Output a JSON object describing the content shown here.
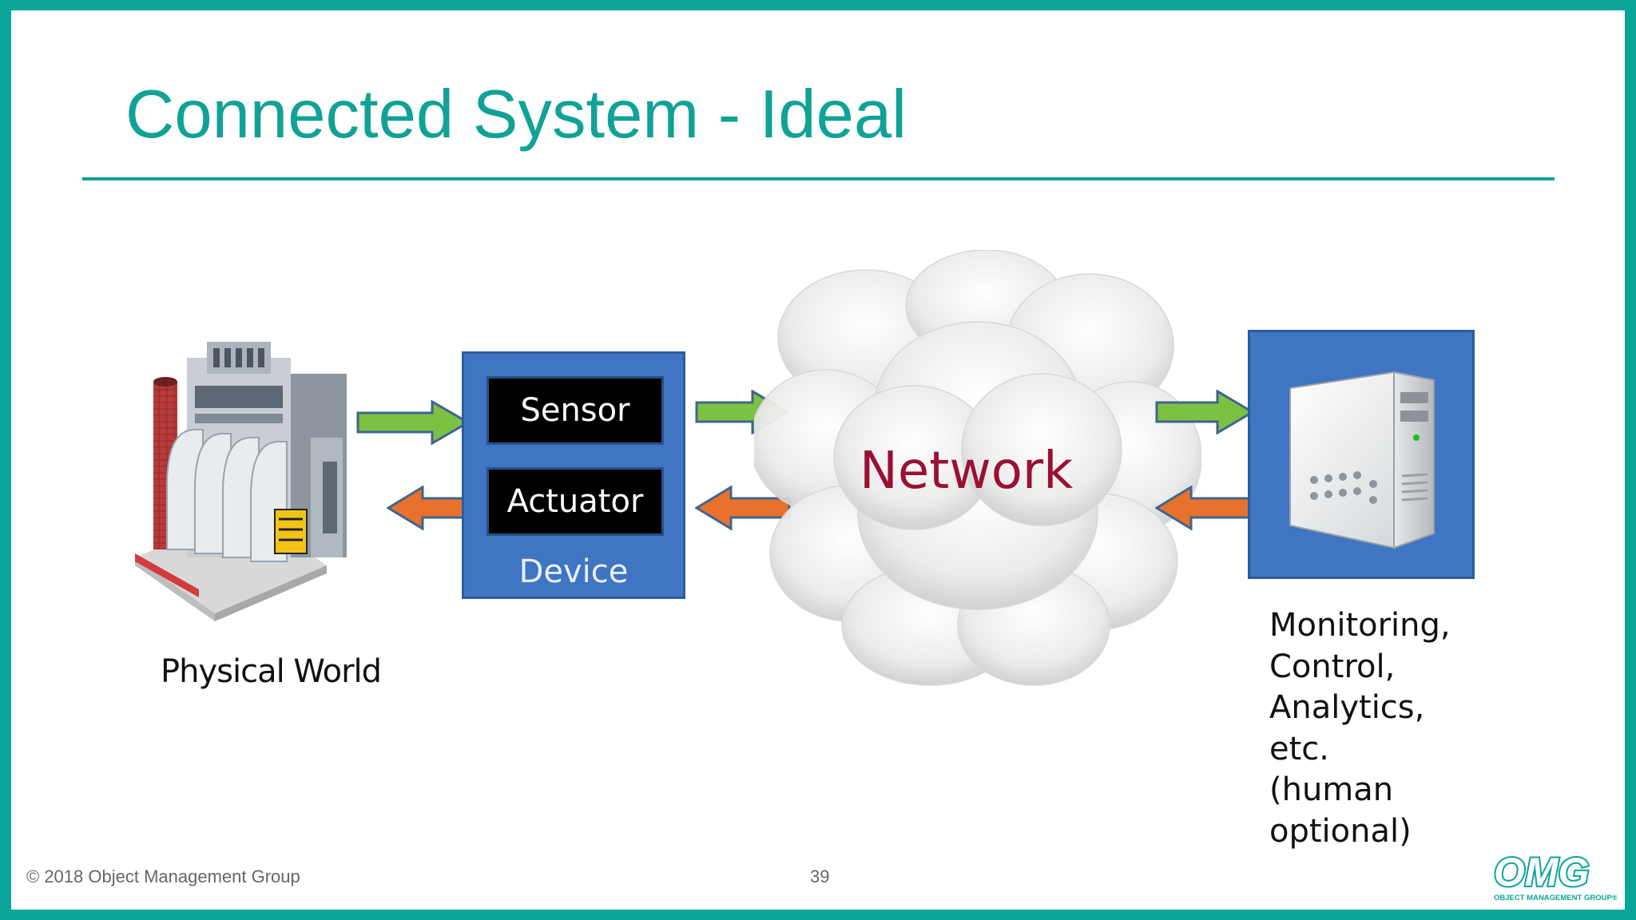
{
  "slide": {
    "title": "Connected System - Ideal",
    "physical_world_label": "Physical World",
    "device": {
      "sensor_label": "Sensor",
      "actuator_label": "Actuator",
      "device_label": "Device"
    },
    "network_label": "Network",
    "monitoring_label": "Monitoring,\nControl,\nAnalytics,\netc.\n(human\noptional)"
  },
  "footer": {
    "copyright": "© 2018 Object Management Group",
    "page_number": "39",
    "logo_text": "OMG",
    "logo_subtext": "OBJECT MANAGEMENT GROUP®"
  },
  "colors": {
    "accent": "#0aa59a",
    "device_blue": "#3f75c2",
    "forward_arrow": "#7cc142",
    "return_arrow": "#e8722b",
    "network_text": "#9a1035"
  },
  "icons": [
    "factory-icon",
    "cloud-icon",
    "server-icon",
    "arrow-right-icon",
    "arrow-left-icon"
  ]
}
